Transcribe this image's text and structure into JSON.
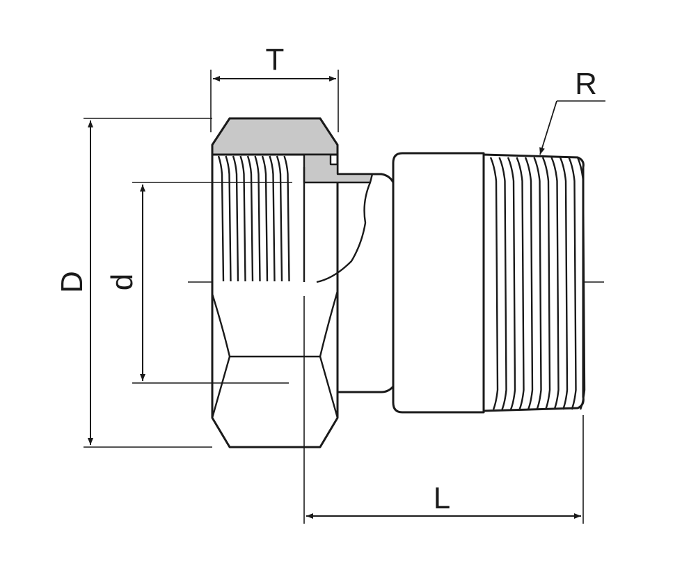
{
  "labels": {
    "T": "T",
    "R": "R",
    "D": "D",
    "d": "d",
    "L": "L"
  },
  "colors": {
    "line": "#1a1a1a",
    "section_fill": "#c8c8c8",
    "background": "#ffffff"
  }
}
